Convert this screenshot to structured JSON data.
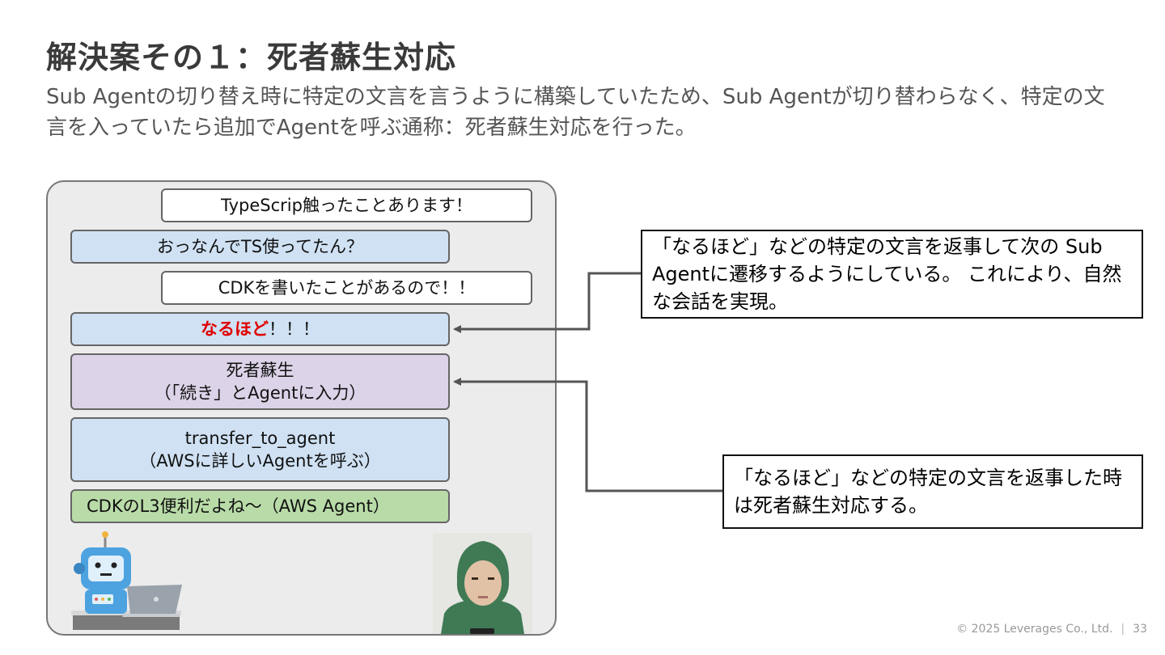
{
  "slide": {
    "title": "解決案その１：死者蘇生対応",
    "subtitle": "Sub Agentの切り替え時に特定の文言を言うように構築していたため、Sub Agentが切り替わらなく、特定の文言を入っていたら追加でAgentを呼ぶ通称：死者蘇生対応を行った。"
  },
  "chat": {
    "msg1": "TypeScrip触ったことあります！",
    "msg2": "おっなんでTS使ってたん？",
    "msg3": "CDKを書いたことがあるので！！",
    "msg4_highlight": "なるほど",
    "msg4_rest": "！！！",
    "msg5_line1": "死者蘇生",
    "msg5_line2": "（「続き」とAgentに入力）",
    "msg6_line1": "transfer_to_agent",
    "msg6_line2": "（AWSに詳しいAgentを呼ぶ）",
    "msg7": "CDKのL3便利だよね〜（AWS Agent）"
  },
  "callouts": {
    "top": "「なるほど」などの特定の文言を返事して次の Sub Agentに遷移するようにしている。\nこれにより、自然な会話を実現。",
    "bottom": "「なるほど」などの特定の文言を返事した時は死者蘇生対応する。"
  },
  "footer": {
    "copyright": "© 2025 Leverages Co., Ltd.",
    "page": "33"
  },
  "colors": {
    "agent_bubble": "#cfe1f3",
    "revive_bubble": "#dcd3e8",
    "aws_bubble": "#b9dba8",
    "highlight": "#e00000"
  },
  "icons": {
    "robot": "robot-with-laptop-icon",
    "photo": "person-in-green-suit-photo"
  }
}
